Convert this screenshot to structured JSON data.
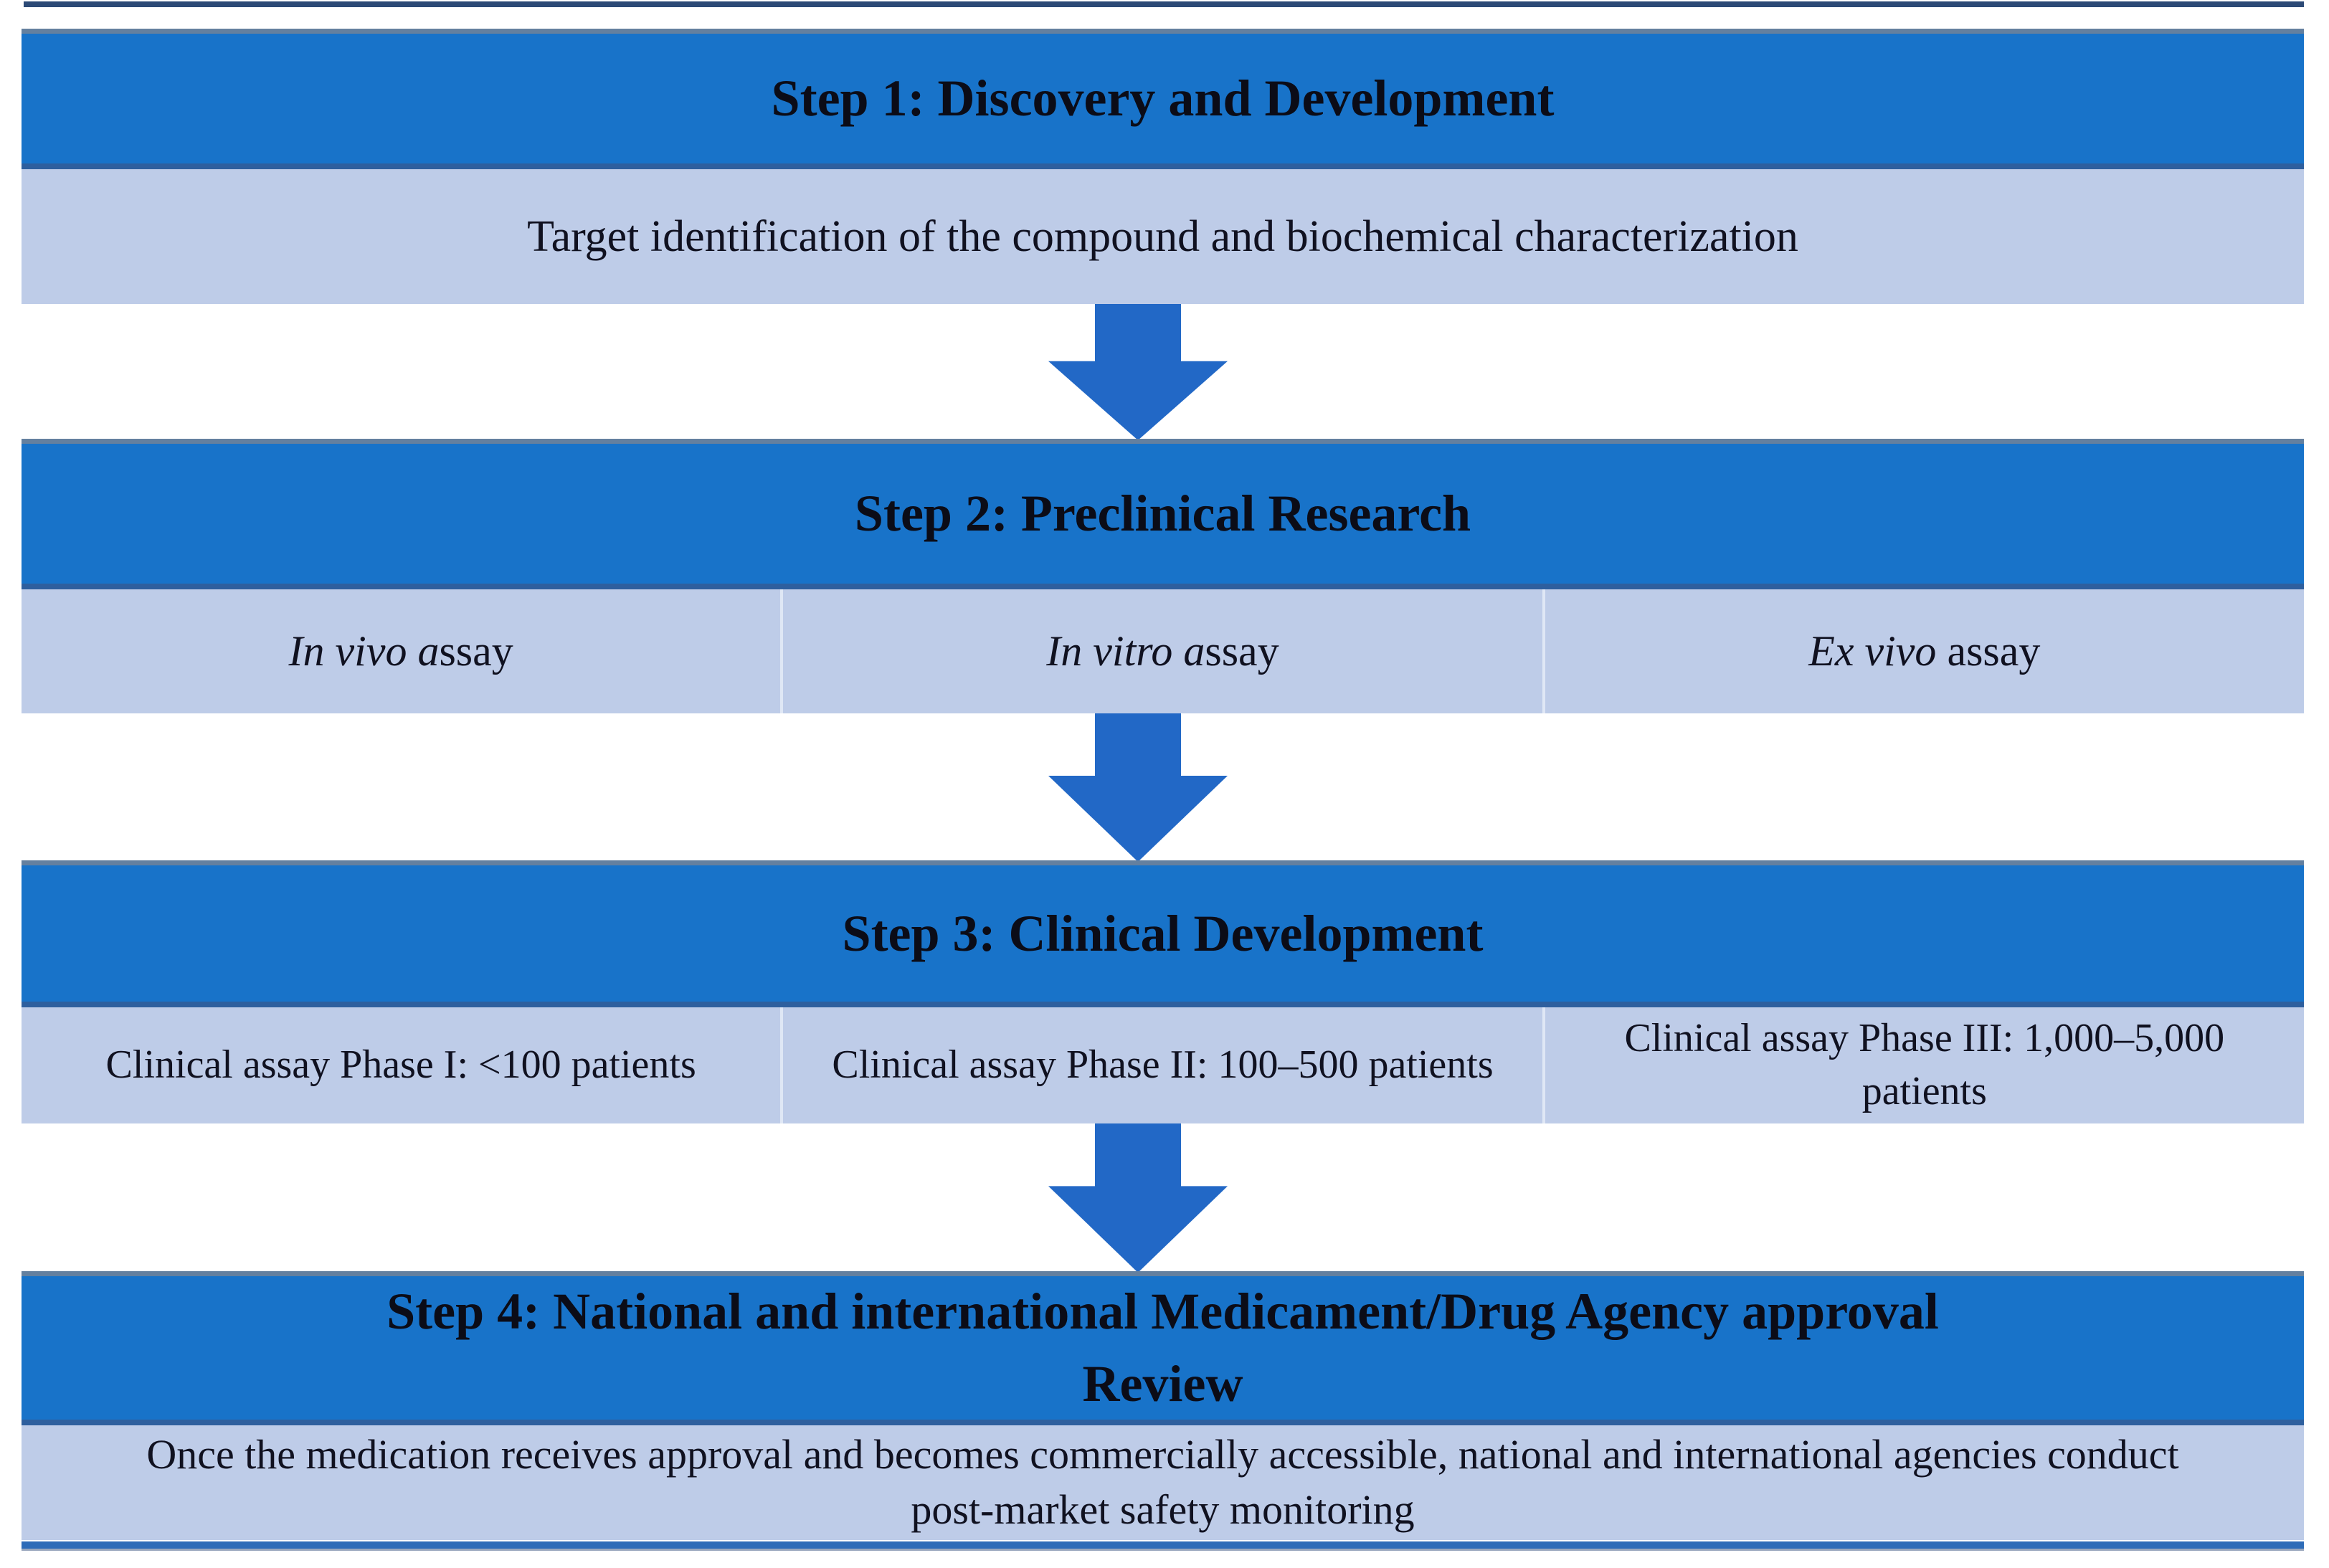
{
  "colors": {
    "header-blue": "#1873C9",
    "header-top-border": "#64809F",
    "header-bottom-border": "#2E5F9E",
    "band-lavender": "#BECCE8",
    "cell-separator": "#DFE7F5",
    "arrow-blue": "#2268C6",
    "top-rule": "#2C4A76",
    "bottom-rule": "#2E6CB8",
    "title-text": "#0B0C17",
    "body-text": "#101120"
  },
  "icons": {
    "down-arrow": "block down arrow connector"
  },
  "steps": [
    {
      "title": "Step 1: Discovery and Development",
      "cells": [
        {
          "em": "",
          "text": "Target identification of the compound and biochemical characterization"
        }
      ]
    },
    {
      "title": "Step 2: Preclinical Research",
      "cells": [
        {
          "em": "In vivo a",
          "text": "ssay"
        },
        {
          "em": "In vitro a",
          "text": "ssay"
        },
        {
          "em": "Ex vivo",
          "text": " assay"
        }
      ]
    },
    {
      "title": "Step 3: Clinical Development",
      "cells": [
        {
          "em": "",
          "text": "Clinical assay Phase I: <100 patients"
        },
        {
          "em": "",
          "text": "Clinical assay Phase II: 100–500 patients"
        },
        {
          "em": "",
          "text": "Clinical assay Phase III: 1,000–5,000 patients"
        }
      ]
    },
    {
      "title": "Step 4: National and international Medicament/Drug Agency approval Review",
      "title_lines": [
        "Step 4: National and international Medicament/Drug Agency approval",
        "Review"
      ],
      "cells": [
        {
          "em": "",
          "text": "Once the medication receives approval and becomes commercially accessible, national and international agencies conduct post-market safety monitoring"
        }
      ]
    }
  ]
}
